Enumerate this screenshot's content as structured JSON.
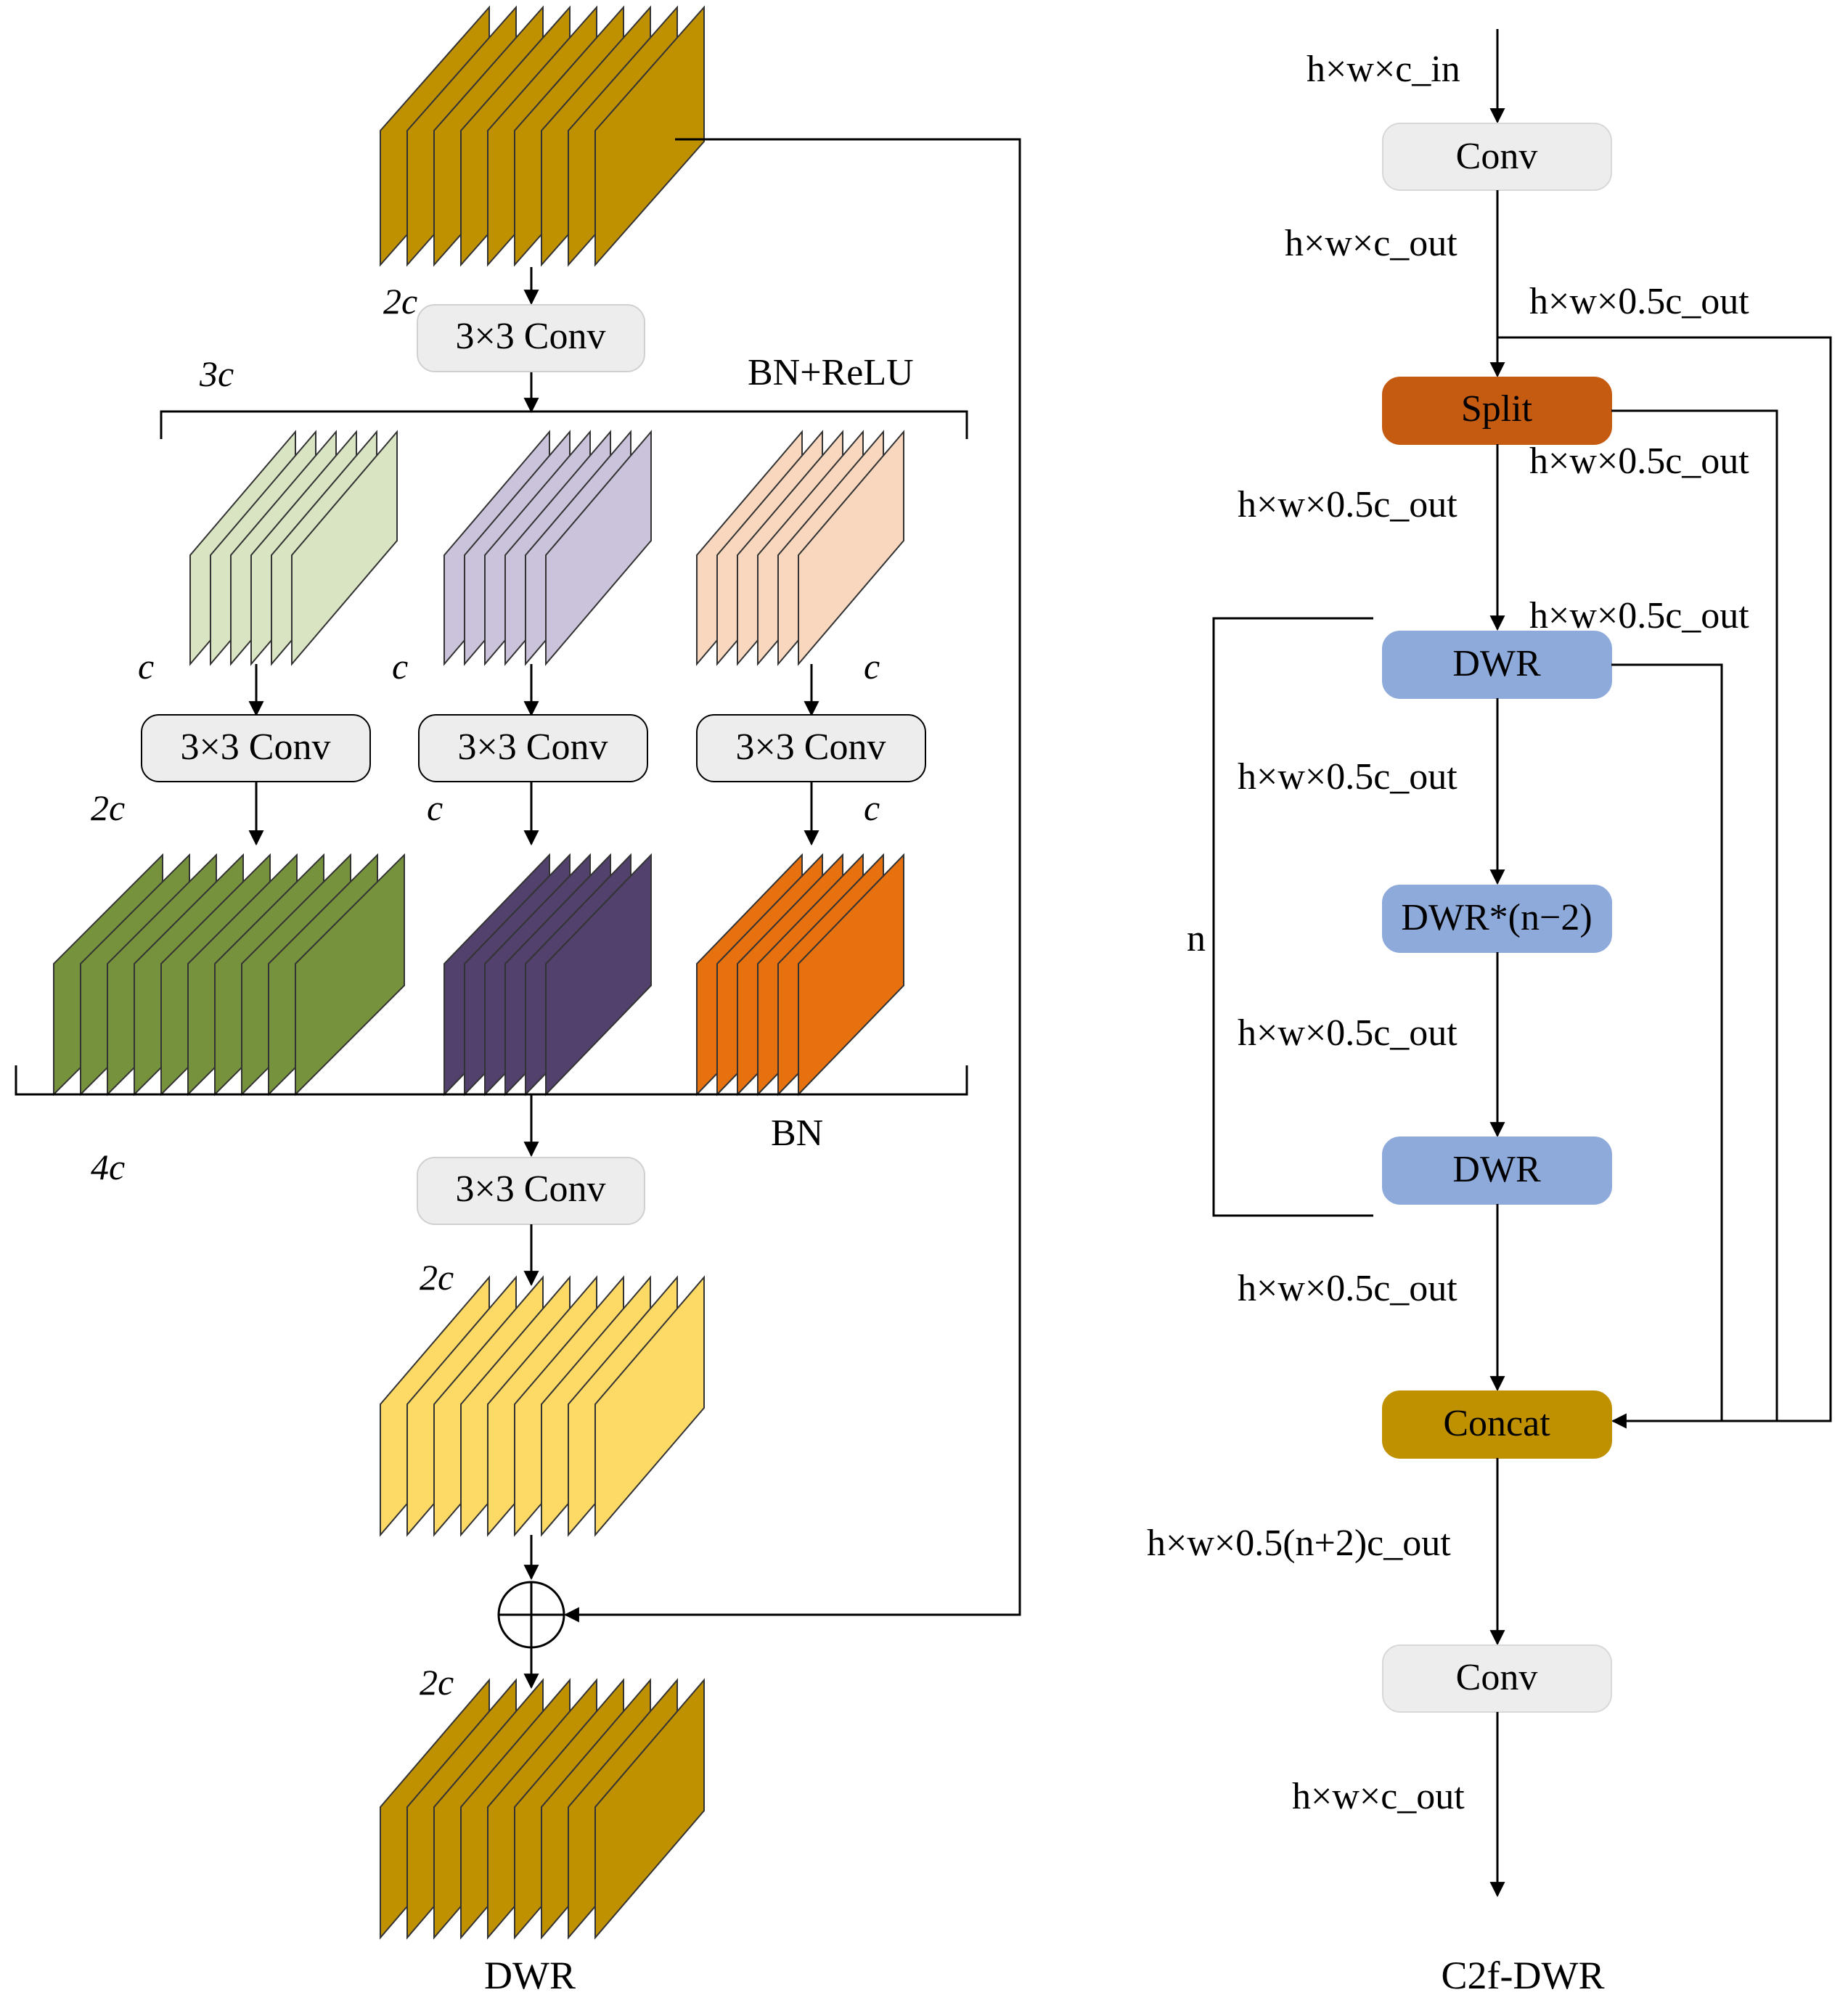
{
  "colors": {
    "gold": "#BF9000",
    "light_green": "#D9E4C2",
    "light_purple": "#CBC3DB",
    "light_peach": "#F8D7BE",
    "dark_green": "#77923C",
    "dark_purple": "#51416C",
    "orange": "#E8710F",
    "yellow": "#FDD966",
    "gray_box": "#EDEDED",
    "split": "#C55A11",
    "dwr_blue": "#8EAADB",
    "concat": "#BF9000"
  },
  "dwr": {
    "caption": "DWR",
    "channels_top": "2c",
    "conv_top": "3×3 Conv",
    "branch_channels": "3c",
    "bn_relu": "BN+ReLU",
    "branch1": {
      "in": "c",
      "conv": "3×3 Conv",
      "out": "2c"
    },
    "branch2": {
      "in": "c",
      "conv": "3×3 Conv",
      "out": "c"
    },
    "branch3": {
      "in": "c",
      "conv": "3×3 Conv",
      "out": "c"
    },
    "bn": "BN",
    "merged_channels": "4c",
    "conv_bottom": "3×3 Conv",
    "channels_mid": "2c",
    "channels_out": "2c"
  },
  "c2f": {
    "caption": "C2f-DWR",
    "input_label": "h×w×c_in",
    "conv1": "Conv",
    "after_conv1": "h×w×c_out",
    "split_side_top": "h×w×0.5c_out",
    "split": "Split",
    "split_side_right": "h×w×0.5c_out",
    "after_split": "h×w×0.5c_out",
    "dwr_side": "h×w×0.5c_out",
    "dwr1": "DWR",
    "after_dwr1": "h×w×0.5c_out",
    "dwr_mid": "DWR*(n−2)",
    "after_dwr_mid": "h×w×0.5c_out",
    "dwr_last": "DWR",
    "after_dwr_last": "h×w×0.5c_out",
    "loop_label": "n",
    "concat": "Concat",
    "after_concat": "h×w×0.5(n+2)c_out",
    "conv2": "Conv",
    "output_label": "h×w×c_out"
  }
}
